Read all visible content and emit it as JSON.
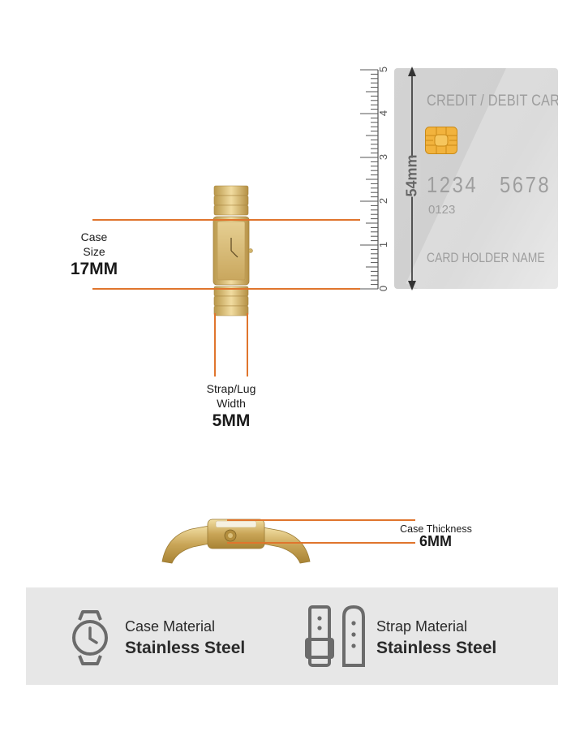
{
  "case_size": {
    "label_line1": "Case",
    "label_line2": "Size",
    "value": "17MM"
  },
  "strap_width": {
    "label_line1": "Strap/Lug",
    "label_line2": "Width",
    "value": "5MM"
  },
  "thickness": {
    "label": "Case Thickness",
    "value": "6MM"
  },
  "ruler": {
    "ticks": [
      "5",
      "4",
      "3",
      "2",
      "1",
      "0"
    ]
  },
  "card": {
    "title": "CREDIT / DEBIT CARD",
    "number_a": "1234",
    "number_b": "5678",
    "small_number": "0123",
    "holder": "CARD HOLDER NAME",
    "height_label": "54mm"
  },
  "materials": {
    "case": {
      "label": "Case Material",
      "value": "Stainless Steel"
    },
    "strap": {
      "label": "Strap Material",
      "value": "Stainless Steel"
    }
  },
  "colors": {
    "accent": "#e0752d",
    "gold": "#d8bd78",
    "panel": "#e7e7e7",
    "card": "#d3d3d3"
  },
  "icons": [
    "watch-icon",
    "strap-icon"
  ]
}
